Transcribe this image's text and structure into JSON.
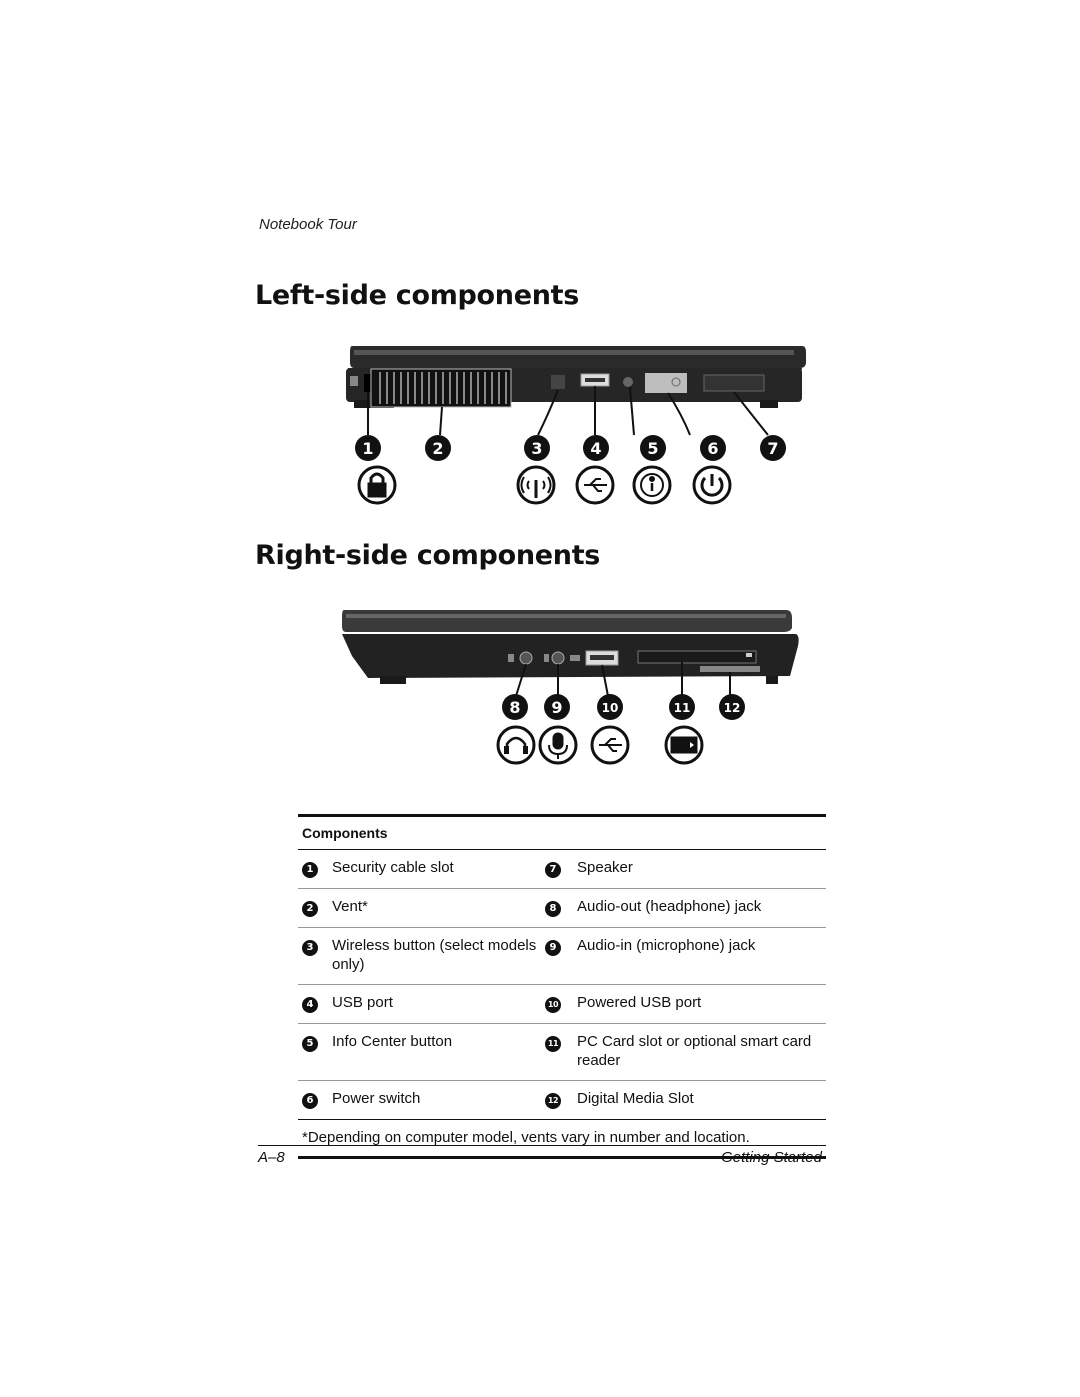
{
  "header": {
    "running_head": "Notebook Tour"
  },
  "sections": {
    "left_title": "Left-side components",
    "right_title": "Right-side components"
  },
  "left_callouts": [
    "1",
    "2",
    "3",
    "4",
    "5",
    "6",
    "7"
  ],
  "right_callouts": [
    "8",
    "9",
    "10",
    "11",
    "12"
  ],
  "icons": {
    "left": [
      "lock-icon",
      "wireless-icon",
      "usb-icon",
      "info-icon",
      "power-icon"
    ],
    "right": [
      "headphone-icon",
      "microphone-icon",
      "usb-icon",
      "digital-media-icon"
    ]
  },
  "table": {
    "header": "Components",
    "rows": [
      {
        "n1": "1",
        "l1": "Security cable slot",
        "n2": "7",
        "l2": "Speaker"
      },
      {
        "n1": "2",
        "l1": "Vent*",
        "n2": "8",
        "l2": "Audio-out (headphone) jack"
      },
      {
        "n1": "3",
        "l1": "Wireless button (select models only)",
        "n2": "9",
        "l2": "Audio-in (microphone) jack"
      },
      {
        "n1": "4",
        "l1": "USB port",
        "n2": "10",
        "l2": "Powered USB port"
      },
      {
        "n1": "5",
        "l1": "Info Center button",
        "n2": "11",
        "l2": "PC Card slot or optional smart card reader"
      },
      {
        "n1": "6",
        "l1": "Power switch",
        "n2": "12",
        "l2": "Digital Media Slot"
      }
    ],
    "footnote": "*Depending on computer model, vents vary in number and location."
  },
  "footer": {
    "page_number": "A–8",
    "book_title": "Getting Started"
  }
}
